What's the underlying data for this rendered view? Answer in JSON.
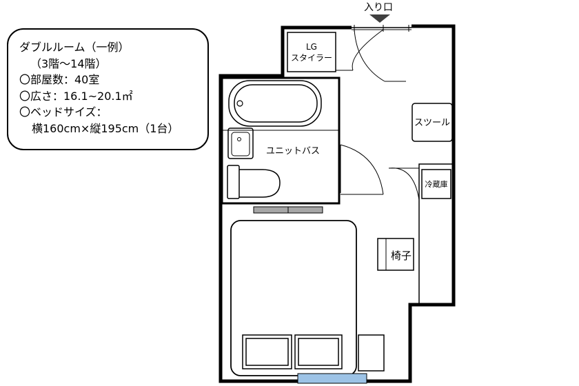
{
  "info": {
    "title": "ダブルルーム（一例）",
    "floors": "（3階～14階）",
    "room_count": "〇部屋数：40室",
    "area": "〇広さ：16.1~20.1㎡",
    "bed_size_label": "〇ベッドサイズ：",
    "bed_size_value": "横160cm×縦195cm（1台）"
  },
  "plan": {
    "entrance": "入り口",
    "styler_line1": "LG",
    "styler_line2": "スタイラー",
    "stool": "スツール",
    "unit_bath": "ユニットバス",
    "fridge": "冷蔵庫",
    "chair": "椅子"
  },
  "colors": {
    "wall": "#000000",
    "window": "#9dc3e6",
    "tv": "#a6a6a6",
    "entrance_arrow": "#404040"
  }
}
